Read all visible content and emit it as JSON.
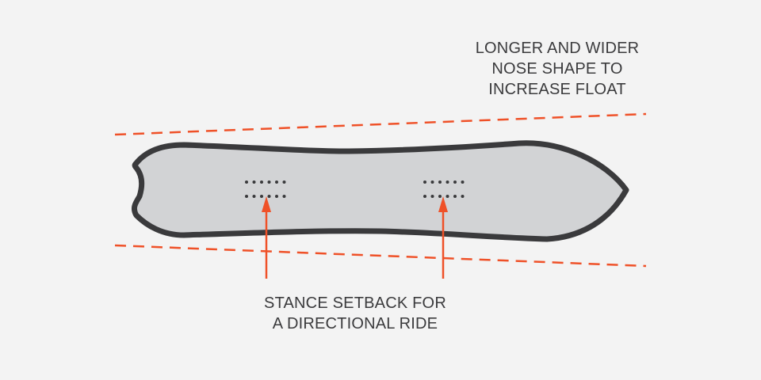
{
  "colors": {
    "accent": "#ef5128",
    "outline": "#3a3a3c",
    "board_fill": "#d2d3d5",
    "background": "#f3f3f3"
  },
  "annotations": {
    "nose": [
      "LONGER AND WIDER",
      "NOSE SHAPE TO",
      "INCREASE FLOAT"
    ],
    "stance": [
      "STANCE SETBACK FOR",
      "A DIRECTIONAL RIDE"
    ]
  },
  "insert_dots_per_row": 6
}
